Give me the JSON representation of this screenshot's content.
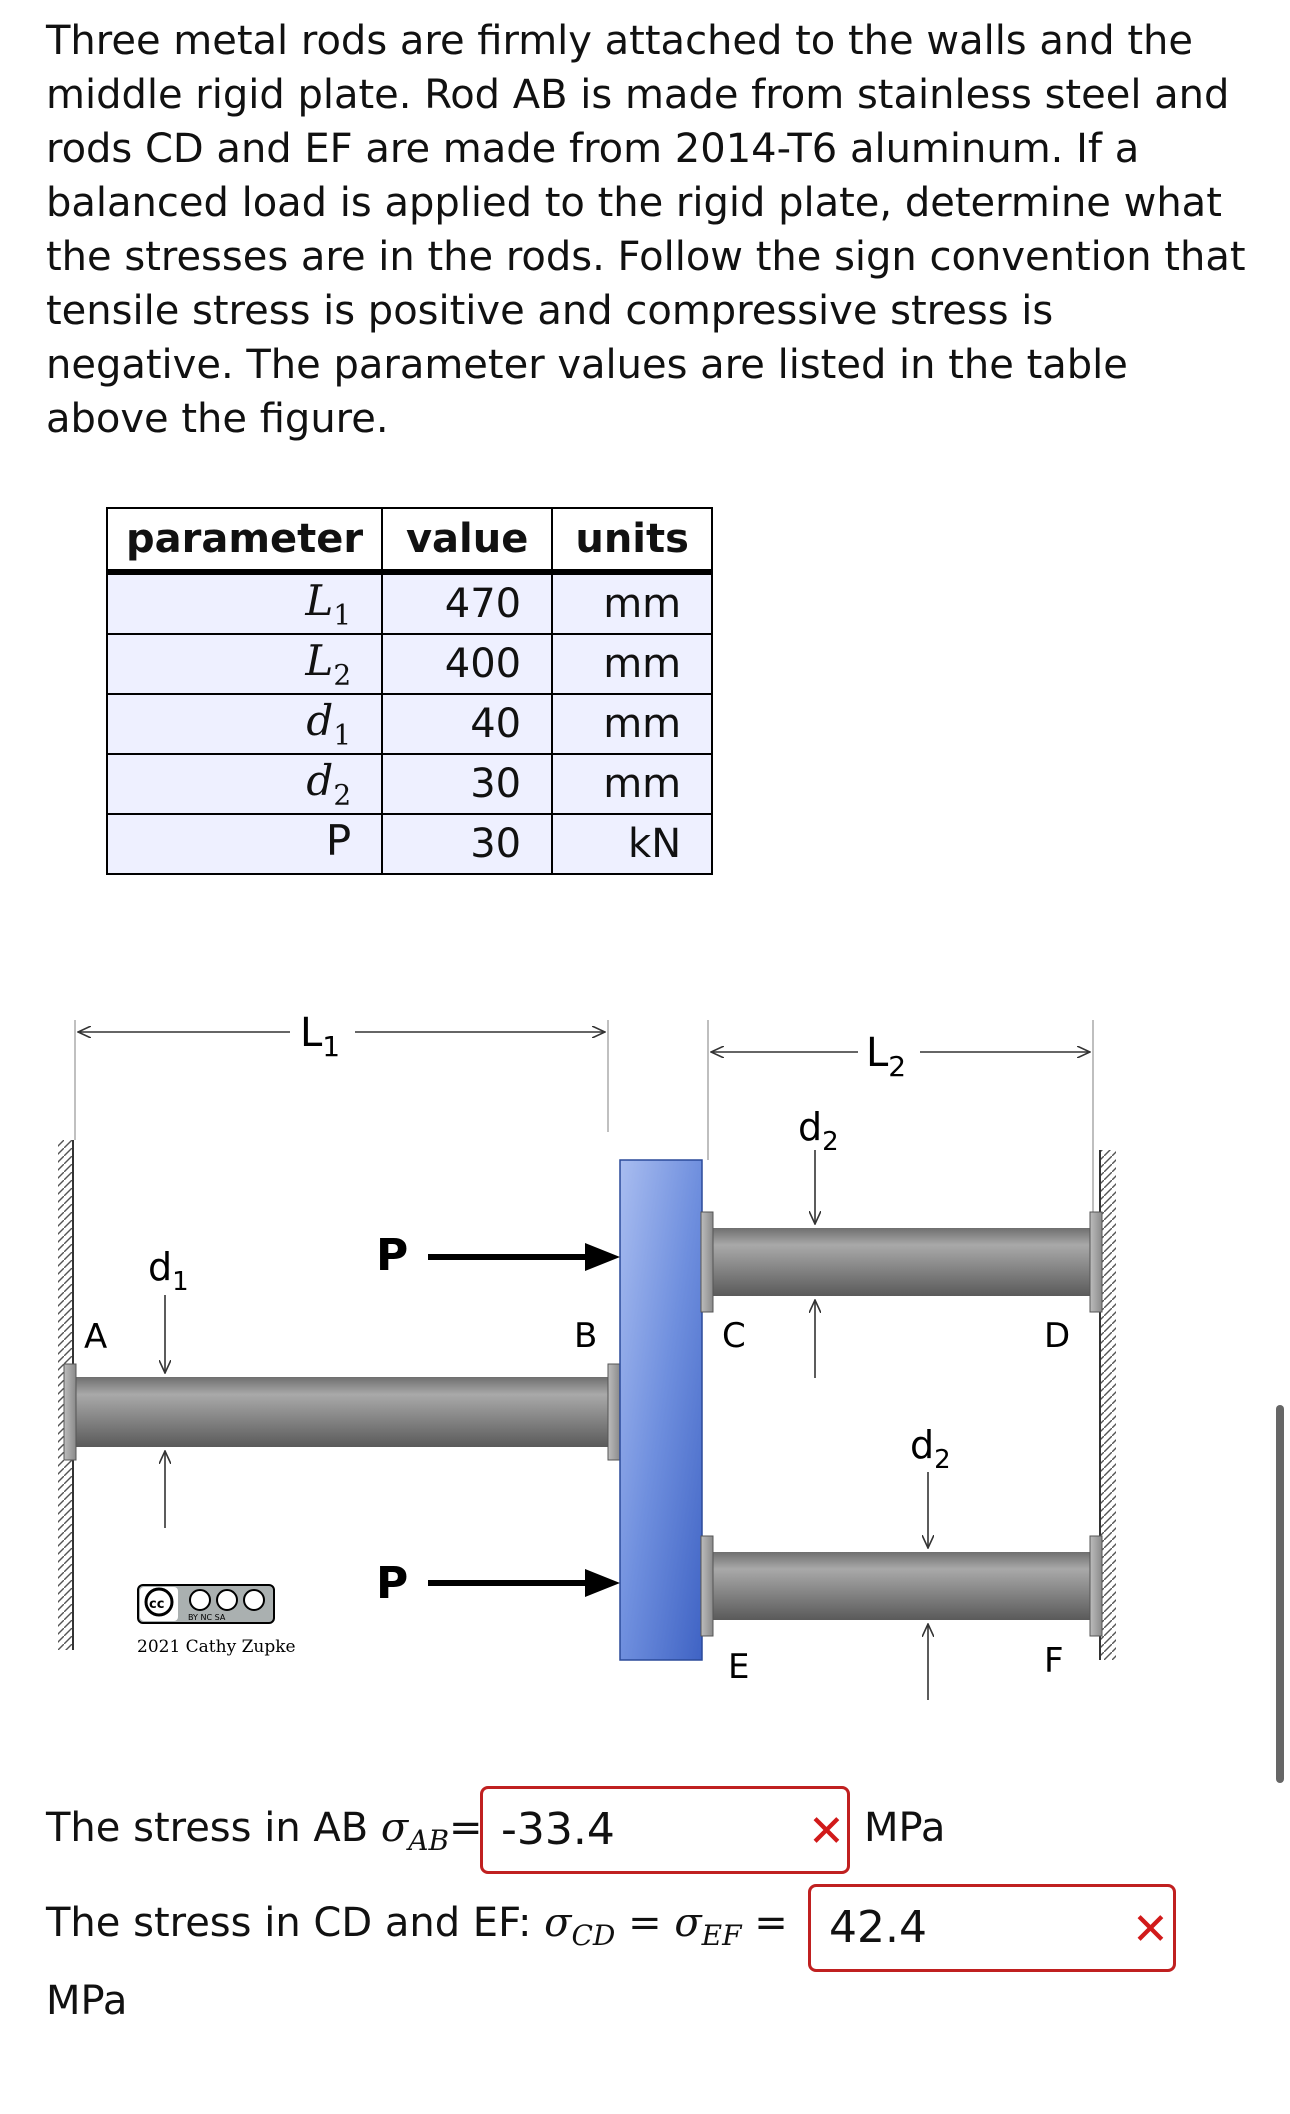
{
  "problem_text": "Three metal rods are firmly attached to the walls and the middle rigid plate. Rod AB is made from stainless steel and rods CD and EF are made from 2014-T6 aluminum. If a balanced load is applied to the rigid plate, determine what the stresses are in the rods. Follow the sign convention that tensile stress is positive and compressive stress is negative. The parameter values are listed in the table above the figure.",
  "table": {
    "headers": [
      "parameter",
      "value",
      "units"
    ],
    "rows": [
      {
        "param_base": "L",
        "param_sub": "1",
        "value": "470",
        "unit": "mm"
      },
      {
        "param_base": "L",
        "param_sub": "2",
        "value": "400",
        "unit": "mm"
      },
      {
        "param_base": "d",
        "param_sub": "1",
        "value": "40",
        "unit": "mm"
      },
      {
        "param_base": "d",
        "param_sub": "2",
        "value": "30",
        "unit": "mm"
      },
      {
        "param_base": "P",
        "param_sub": "",
        "value": "30",
        "unit": "kN"
      }
    ]
  },
  "figure": {
    "dim_L1": "L",
    "dim_L1_sub": "1",
    "dim_L2": "L",
    "dim_L2_sub": "2",
    "d1": "d",
    "d1_sub": "1",
    "d2": "d",
    "d2_sub": "2",
    "load": "P",
    "points": {
      "A": "A",
      "B": "B",
      "C": "C",
      "D": "D",
      "E": "E",
      "F": "F"
    },
    "license_tags": "BY  NC  SA",
    "credit": "2021 Cathy Zupke"
  },
  "answers": {
    "ab_prefix": "The stress in AB ",
    "ab_sigma": "σ",
    "ab_sub": "AB",
    "ab_eq": "=",
    "ab_value": "-33.4",
    "ab_unit": "MPa",
    "cdef_prefix": "The stress in CD and EF: ",
    "cd_sigma": "σ",
    "cd_sub": "CD",
    "mid_eq": " = ",
    "ef_sigma": "σ",
    "ef_sub": "EF",
    "cdef_eq": " =",
    "cdef_value": "42.4",
    "cdef_unit": "MPa",
    "wrong_mark": "✕"
  }
}
